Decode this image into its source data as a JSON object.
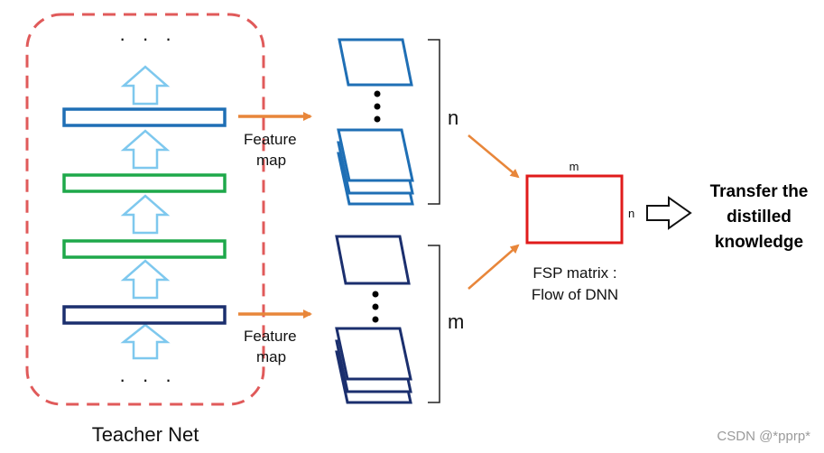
{
  "teacher_net": {
    "title": "Teacher Net",
    "dots_top": "· · ·",
    "dots_bottom": "· · ·",
    "dashed_color": "#e05a5a",
    "layer_colors": [
      "#1f6fb5",
      "#1ea84a",
      "#1ea84a",
      "#1b2f6e"
    ],
    "arrow_color": "#7ec8ee"
  },
  "feature_map_top": {
    "line1": "Feature",
    "line2": "map"
  },
  "feature_map_bottom": {
    "line1": "Feature",
    "line2": "map"
  },
  "stacks": {
    "top_color": "#1f6fb5",
    "bottom_color": "#1b2f6e",
    "top_label": "n",
    "bottom_label": "m"
  },
  "fsp": {
    "top_label": "m",
    "side_label": "n",
    "caption_line1": "FSP matrix :",
    "caption_line2": "Flow of DNN",
    "color": "#e01b1b"
  },
  "transfer": {
    "line1": "Transfer the",
    "line2": "distilled",
    "line3": "knowledge"
  },
  "accent_color": "#e8863a",
  "watermark": "CSDN @*pprp*"
}
